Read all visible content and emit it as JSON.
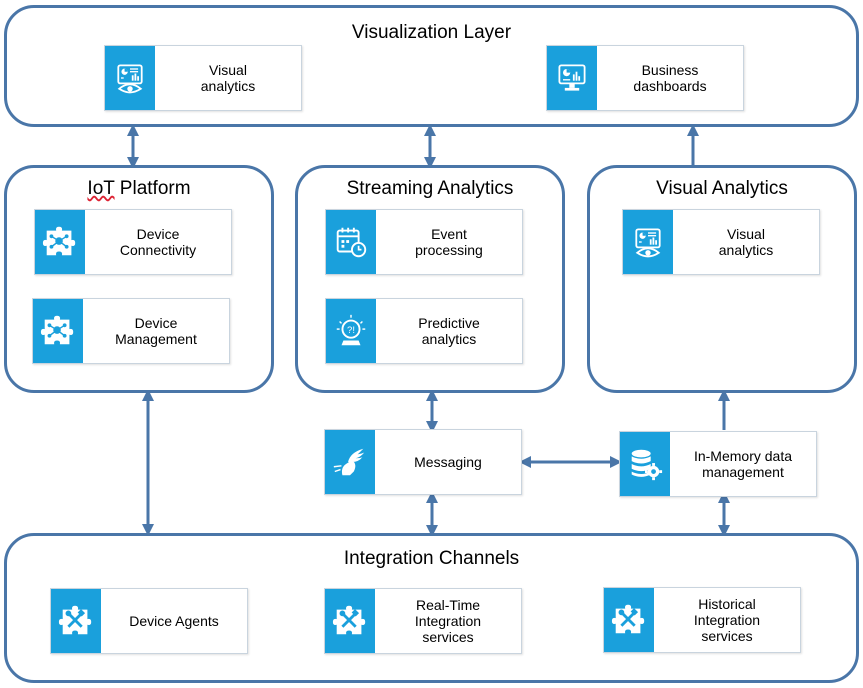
{
  "containers": {
    "visualization_layer": {
      "title": "Visualization Layer",
      "cards": [
        {
          "label": "Visual\nanalytics",
          "icon": "dashboard-eye-icon"
        },
        {
          "label": "Business\ndashboards",
          "icon": "monitor-chart-icon"
        }
      ]
    },
    "iot_platform": {
      "title_prefix": "IoT",
      "title_suffix": " Platform",
      "cards": [
        {
          "label": "Device\nConnectivity",
          "icon": "puzzle-network-icon"
        },
        {
          "label": "Device\nManagement",
          "icon": "puzzle-network-icon"
        }
      ]
    },
    "streaming_analytics": {
      "title": "Streaming Analytics",
      "cards": [
        {
          "label": "Event\nprocessing",
          "icon": "calendar-clock-icon"
        },
        {
          "label": "Predictive\nanalytics",
          "icon": "crystal-ball-icon"
        }
      ]
    },
    "visual_analytics": {
      "title": "Visual Analytics",
      "cards": [
        {
          "label": "Visual\nanalytics",
          "icon": "dashboard-eye-icon"
        }
      ]
    },
    "integration_channels": {
      "title": "Integration Channels",
      "cards": [
        {
          "label": "Device Agents",
          "icon": "puzzle-tools-icon"
        },
        {
          "label": "Real-Time\nIntegration\nservices",
          "icon": "puzzle-tools-icon"
        },
        {
          "label": "Historical\nIntegration\nservices",
          "icon": "puzzle-tools-icon"
        }
      ]
    }
  },
  "standalone": {
    "messaging": {
      "label": "Messaging",
      "icon": "winged-foot-icon"
    },
    "in_memory": {
      "label": "In-Memory data\nmanagement",
      "icon": "database-gear-icon"
    }
  },
  "colors": {
    "border": "#4a76a8",
    "icon_bg": "#1aa0dc",
    "arrow": "#4a76a8"
  }
}
